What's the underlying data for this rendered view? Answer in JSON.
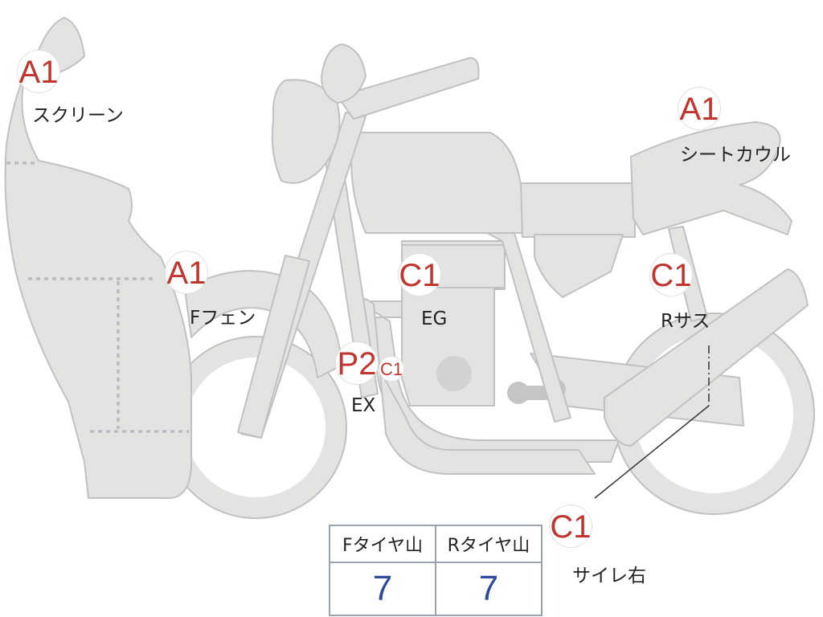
{
  "callouts": [
    {
      "key": "screen",
      "grade": "A1",
      "label": "スクリーン"
    },
    {
      "key": "seat-cowl",
      "grade": "A1",
      "label": "シートカウル"
    },
    {
      "key": "front-fender",
      "grade": "A1",
      "label": "Fフェン"
    },
    {
      "key": "engine",
      "grade": "C1",
      "label": "EG"
    },
    {
      "key": "rear-suspension",
      "grade": "C1",
      "label": "Rサス"
    },
    {
      "key": "exhaust",
      "grade": "P2",
      "sub_grade": "C1",
      "label": "EX"
    },
    {
      "key": "silencer",
      "grade": "C1",
      "label": "サイレ右"
    }
  ],
  "tire_table": {
    "headers": [
      "Fタイヤ山",
      "Rタイヤ山"
    ],
    "values": [
      "7",
      "7"
    ]
  },
  "colors": {
    "part_fill": "#e3e4e1",
    "part_stroke": "#bfc1c3",
    "grade_red": "#c0352e",
    "value_blue": "#2d4a9b",
    "grid_gray": "#9aa2ad"
  }
}
